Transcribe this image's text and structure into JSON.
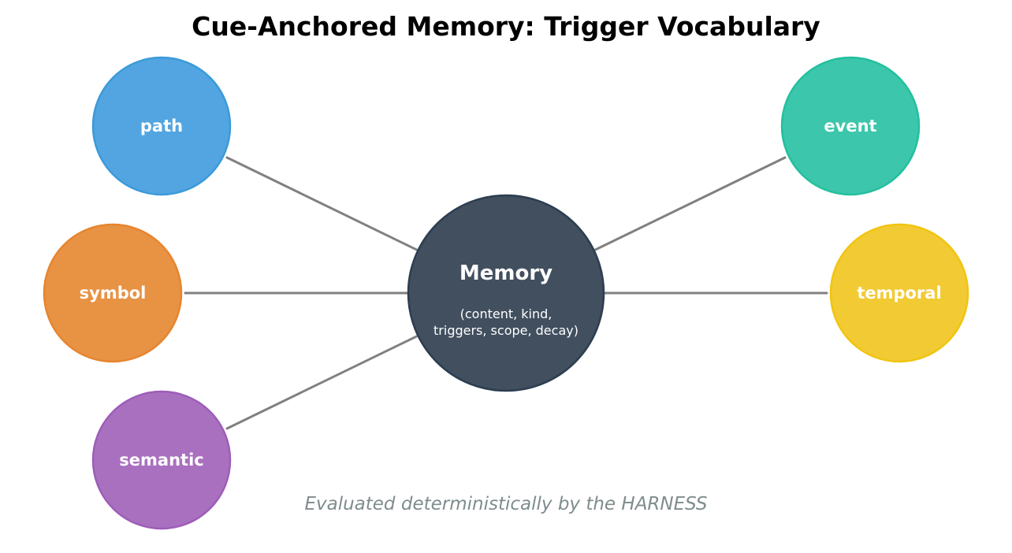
{
  "title": "Cue-Anchored Memory: Trigger Vocabulary",
  "center": {
    "label": "Memory",
    "sublabel_lines": [
      "(content, kind,",
      "triggers, scope, decay)"
    ],
    "fill": "#414f5f",
    "stroke": "#2c3e50"
  },
  "triggers": [
    {
      "id": "path",
      "label": "path",
      "fill": "#52a5e0",
      "stroke": "#3b9ad9"
    },
    {
      "id": "symbol",
      "label": "symbol",
      "fill": "#e89244",
      "stroke": "#e6852e"
    },
    {
      "id": "semantic",
      "label": "semantic",
      "fill": "#aa70c0",
      "stroke": "#9d5db8"
    },
    {
      "id": "event",
      "label": "event",
      "fill": "#3cc6ab",
      "stroke": "#22c09e"
    },
    {
      "id": "temporal",
      "label": "temporal",
      "fill": "#f2ca33",
      "stroke": "#f1c40f"
    }
  ],
  "footer": "Evaluated deterministically by the HARNESS"
}
